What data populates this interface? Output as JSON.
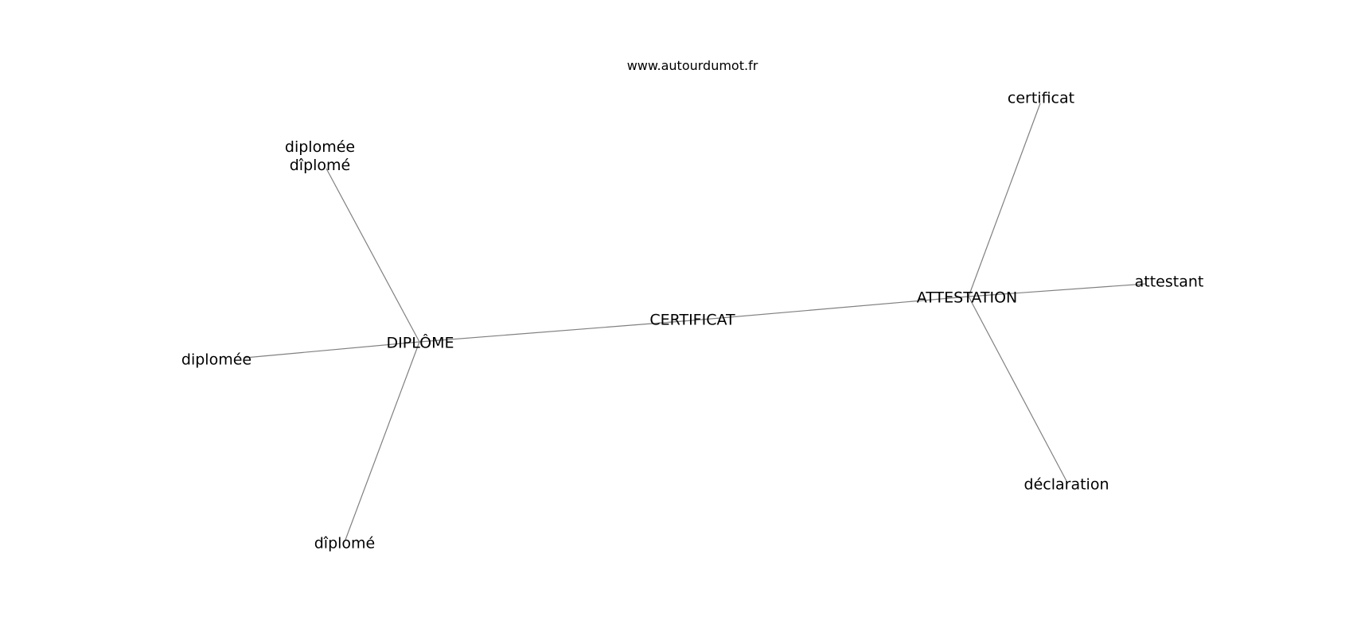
{
  "site_label": "www.autourdumot.fr",
  "colors": {
    "edge": "#808080",
    "text": "#000000",
    "background": "#ffffff"
  },
  "nodes": [
    {
      "id": "certificat_center",
      "label": "CERTIFICAT"
    },
    {
      "id": "diplome_hub",
      "label": "DIPLÔME"
    },
    {
      "id": "attestation_hub",
      "label": "ATTESTATION"
    },
    {
      "id": "diplomee_diplome",
      "label_lines": [
        "diplomée",
        "dîplomé"
      ]
    },
    {
      "id": "diplomee",
      "label": "diplomée"
    },
    {
      "id": "diplome_accent",
      "label": "dîplomé"
    },
    {
      "id": "certificat",
      "label": "certificat"
    },
    {
      "id": "attestant",
      "label": "attestant"
    },
    {
      "id": "declaration",
      "label": "déclaration"
    }
  ],
  "edges": [
    {
      "from": "diplome_hub",
      "to": "certificat_center"
    },
    {
      "from": "certificat_center",
      "to": "attestation_hub"
    },
    {
      "from": "diplome_hub",
      "to": "diplomee_diplome"
    },
    {
      "from": "diplome_hub",
      "to": "diplomee"
    },
    {
      "from": "diplome_hub",
      "to": "diplome_accent"
    },
    {
      "from": "attestation_hub",
      "to": "certificat"
    },
    {
      "from": "attestation_hub",
      "to": "attestant"
    },
    {
      "from": "attestation_hub",
      "to": "declaration"
    }
  ]
}
